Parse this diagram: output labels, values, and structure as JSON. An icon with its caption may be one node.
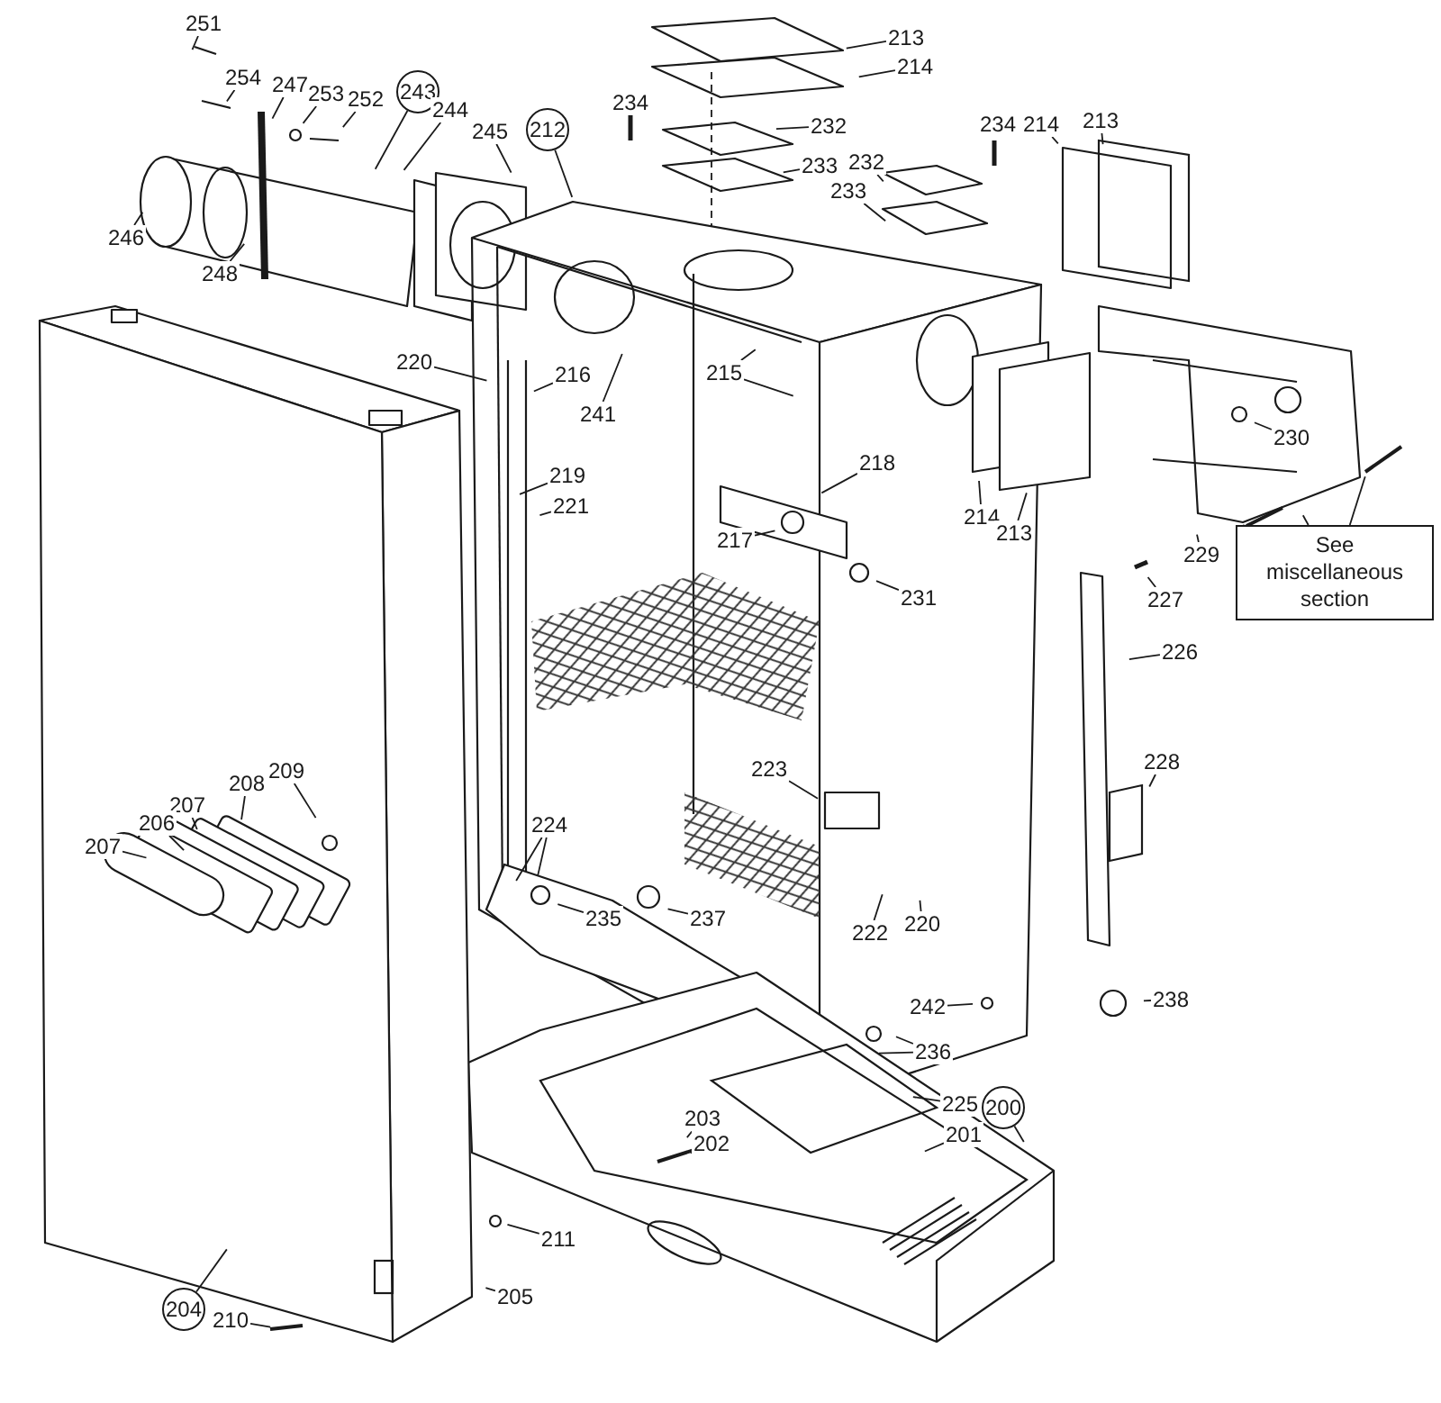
{
  "diagram": {
    "nodes": [
      {
        "text": [
          "251"
        ]
      },
      {
        "text": [
          "213"
        ]
      },
      {
        "text": [
          "214"
        ]
      },
      {
        "text": [
          "254"
        ]
      },
      {
        "text": [
          "247"
        ]
      },
      {
        "text": [
          "243"
        ]
      },
      {
        "text": [
          "253"
        ]
      },
      {
        "text": [
          "252"
        ]
      },
      {
        "text": [
          "244"
        ]
      },
      {
        "text": [
          "213"
        ]
      },
      {
        "text": [
          "214"
        ]
      },
      {
        "text": [
          "232"
        ]
      },
      {
        "text": [
          "212"
        ]
      },
      {
        "text": [
          "245"
        ]
      },
      {
        "text": [
          "233"
        ]
      },
      {
        "text": [
          "232"
        ]
      },
      {
        "text": [
          "233"
        ]
      },
      {
        "text": [
          "246"
        ]
      },
      {
        "text": [
          "248"
        ]
      },
      {
        "text": [
          "220"
        ]
      },
      {
        "text": [
          "215"
        ]
      },
      {
        "text": [
          "216"
        ]
      },
      {
        "text": [
          "241"
        ]
      },
      {
        "text": [
          "230"
        ]
      },
      {
        "text": [
          "218"
        ]
      },
      {
        "text": [
          "219"
        ]
      },
      {
        "text": [
          "221"
        ]
      },
      {
        "text": [
          "214"
        ]
      },
      {
        "text": [
          "213"
        ]
      },
      {
        "text": [
          "217"
        ]
      },
      {
        "text": [
          "229"
        ]
      },
      {
        "text": [
          "See miscellaneous section"
        ]
      },
      {
        "text": [
          "231"
        ]
      },
      {
        "text": [
          "227"
        ]
      },
      {
        "text": [
          "226"
        ]
      },
      {
        "text": [
          "223"
        ]
      },
      {
        "text": [
          "228"
        ]
      },
      {
        "text": [
          "209"
        ]
      },
      {
        "text": [
          "208"
        ]
      },
      {
        "text": [
          "207"
        ]
      },
      {
        "text": [
          "206"
        ]
      },
      {
        "text": [
          "224"
        ]
      },
      {
        "text": [
          "207"
        ]
      },
      {
        "text": [
          "235"
        ]
      },
      {
        "text": [
          "237"
        ]
      },
      {
        "text": [
          "220"
        ]
      },
      {
        "text": [
          "222"
        ]
      },
      {
        "text": [
          "238"
        ]
      },
      {
        "text": [
          "242"
        ]
      },
      {
        "text": [
          "236"
        ]
      },
      {
        "text": [
          "225"
        ]
      },
      {
        "text": [
          "200"
        ]
      },
      {
        "text": [
          "203"
        ]
      },
      {
        "text": [
          "201"
        ]
      },
      {
        "text": [
          "202"
        ]
      },
      {
        "text": [
          "211"
        ]
      },
      {
        "text": [
          "205"
        ]
      },
      {
        "text": [
          "204"
        ]
      },
      {
        "text": [
          "210"
        ]
      },
      {
        "text": [
          "234"
        ]
      },
      {
        "text": [
          "234"
        ]
      }
    ],
    "edges": [
      {
        "from": 0,
        "to": null,
        "arrow": "none"
      },
      {
        "from": 1,
        "to": null,
        "arrow": "none"
      },
      {
        "from": 2,
        "to": null,
        "arrow": "none"
      },
      {
        "from": 3,
        "to": null,
        "arrow": "none"
      },
      {
        "from": 4,
        "to": null,
        "arrow": "none"
      },
      {
        "from": 5,
        "to": null,
        "arrow": "none"
      },
      {
        "from": 6,
        "to": null,
        "arrow": "none"
      },
      {
        "from": 7,
        "to": null,
        "arrow": "none"
      },
      {
        "from": 8,
        "to": null,
        "arrow": "none"
      },
      {
        "from": 9,
        "to": null,
        "arrow": "none"
      },
      {
        "from": 10,
        "to": null,
        "arrow": "none"
      },
      {
        "from": 11,
        "to": null,
        "arrow": "none"
      },
      {
        "from": 12,
        "to": null,
        "arrow": "none"
      },
      {
        "from": 13,
        "to": null,
        "arrow": "none"
      },
      {
        "from": 14,
        "to": null,
        "arrow": "none"
      },
      {
        "from": 15,
        "to": null,
        "arrow": "none"
      },
      {
        "from": 16,
        "to": null,
        "arrow": "none"
      },
      {
        "from": 17,
        "to": null,
        "arrow": "none"
      },
      {
        "from": 18,
        "to": null,
        "arrow": "none"
      },
      {
        "from": 19,
        "to": null,
        "arrow": "none"
      },
      {
        "from": 20,
        "to": null,
        "arrow": "none"
      },
      {
        "from": 20,
        "to": null,
        "arrow": "none"
      },
      {
        "from": 21,
        "to": null,
        "arrow": "none"
      },
      {
        "from": 22,
        "to": null,
        "arrow": "none"
      },
      {
        "from": 23,
        "to": null,
        "arrow": "none"
      },
      {
        "from": 24,
        "to": null,
        "arrow": "none"
      },
      {
        "from": 25,
        "to": null,
        "arrow": "none"
      },
      {
        "from": 26,
        "to": null,
        "arrow": "none"
      },
      {
        "from": 27,
        "to": null,
        "arrow": "none"
      },
      {
        "from": 28,
        "to": null,
        "arrow": "none"
      },
      {
        "from": 29,
        "to": null,
        "arrow": "none"
      },
      {
        "from": 30,
        "to": null,
        "arrow": "none"
      },
      {
        "from": 31,
        "to": null,
        "arrow": "none"
      },
      {
        "from": 31,
        "to": null,
        "arrow": "none"
      },
      {
        "from": 31,
        "to": null,
        "arrow": "none"
      },
      {
        "from": 32,
        "to": null,
        "arrow": "none"
      },
      {
        "from": 33,
        "to": null,
        "arrow": "none"
      },
      {
        "from": 34,
        "to": null,
        "arrow": "none"
      },
      {
        "from": 35,
        "to": null,
        "arrow": "none"
      },
      {
        "from": 36,
        "to": null,
        "arrow": "none"
      },
      {
        "from": 37,
        "to": null,
        "arrow": "none"
      },
      {
        "from": 38,
        "to": null,
        "arrow": "none"
      },
      {
        "from": 39,
        "to": null,
        "arrow": "none"
      },
      {
        "from": 40,
        "to": null,
        "arrow": "none"
      },
      {
        "from": 41,
        "to": null,
        "arrow": "none"
      },
      {
        "from": 41,
        "to": null,
        "arrow": "none"
      },
      {
        "from": 42,
        "to": null,
        "arrow": "none"
      },
      {
        "from": 43,
        "to": null,
        "arrow": "none"
      },
      {
        "from": 44,
        "to": null,
        "arrow": "none"
      },
      {
        "from": 45,
        "to": null,
        "arrow": "none"
      },
      {
        "from": 46,
        "to": null,
        "arrow": "none"
      },
      {
        "from": 47,
        "to": null,
        "arrow": "none"
      },
      {
        "from": 48,
        "to": null,
        "arrow": "none"
      },
      {
        "from": 49,
        "to": null,
        "arrow": "none"
      },
      {
        "from": 49,
        "to": null,
        "arrow": "none"
      },
      {
        "from": 50,
        "to": null,
        "arrow": "none"
      },
      {
        "from": 51,
        "to": null,
        "arrow": "none"
      },
      {
        "from": 52,
        "to": null,
        "arrow": "none"
      },
      {
        "from": 53,
        "to": null,
        "arrow": "none"
      },
      {
        "from": 54,
        "to": null,
        "arrow": "none"
      },
      {
        "from": 55,
        "to": null,
        "arrow": "none"
      },
      {
        "from": 56,
        "to": null,
        "arrow": "none"
      },
      {
        "from": 57,
        "to": null,
        "arrow": "none"
      },
      {
        "from": 58,
        "to": null,
        "arrow": "none"
      }
    ]
  }
}
